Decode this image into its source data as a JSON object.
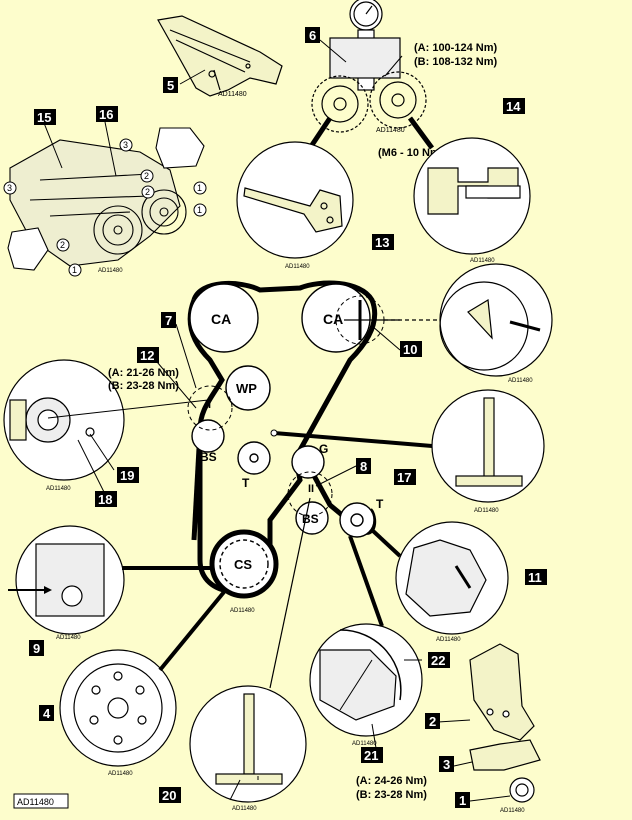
{
  "diagram": {
    "pulleys": {
      "ca_left": "CA",
      "ca_right": "CA",
      "water_pump": "WP",
      "balance_shaft_upper": "BS",
      "balance_shaft_lower": "BS",
      "tensioner_upper": "T",
      "tensioner_lower": "T",
      "guide": "G",
      "crankshaft": "CS"
    },
    "roman": {
      "upper": "II",
      "lower": "II"
    },
    "torque": {
      "item6_a": "(A: 100-124 Nm)",
      "item6_b": "(B: 108-132 Nm)",
      "m6": "(M6 - 10 Nm)",
      "item12_a": "(A: 21-26 Nm)",
      "item12_b": "(B: 23-28 Nm)",
      "item1_a": "(A: 24-26 Nm)",
      "item1_b": "(B: 23-28 Nm)"
    },
    "callouts": [
      "1",
      "2",
      "3",
      "4",
      "5",
      "6",
      "7",
      "8",
      "9",
      "10",
      "11",
      "12",
      "14",
      "15",
      "16",
      "17",
      "18",
      "19",
      "20",
      "21",
      "22"
    ],
    "callout_13": "13",
    "engine_marks": [
      "3",
      "2",
      "1",
      "1",
      "2",
      "3",
      "1",
      "2"
    ],
    "ref_code": "AD11480",
    "figure_label": "AD11480"
  }
}
